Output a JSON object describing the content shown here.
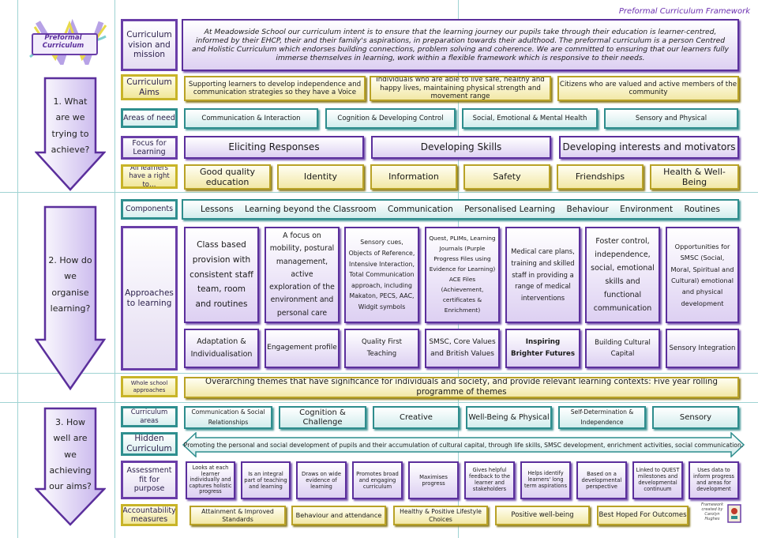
{
  "header": {
    "framework_title": "Preformal Curriculum Framework",
    "logo_text": "Preformal Curriculum"
  },
  "questions": [
    "1. What are we trying to achieve?",
    "2. How do we organise learning?",
    "3. How well are we achieving our aims?"
  ],
  "labels": {
    "vision": "Curriculum vision and mission",
    "aims": "Curriculum Aims",
    "areas_of_need": "Areas of need",
    "focus": "Focus for Learning",
    "rights": "All learners have a right to…",
    "components": "Components",
    "approaches": "Approaches to learning",
    "whole_school": "Whole school approaches",
    "curriculum_areas": "Curriculum areas",
    "hidden": "Hidden Curriculum",
    "assessment": "Assessment fit for purpose",
    "accountability": "Accountability measures"
  },
  "vision_text": "At Meadowside School our curriculum intent is to ensure that the learning journey our pupils take through their education is learner-centred, informed by their EHCP, their and their family's aspirations, in preparation towards their adulthood. The preformal curriculum is a person Centred and Holistic Curriculum which endorses building connections, problem solving and coherence. We are committed to ensuring that our learners fully immerse themselves in learning, work within a flexible framework which is responsive to their needs.",
  "aims": [
    "Supporting learners to develop independence and communication strategies so they have a Voice",
    "Individuals who are able to live safe, healthy and happy lives, maintaining physical strength and movement range",
    "Citizens who are valued and active members of the community"
  ],
  "areas_of_need": [
    "Communication & Interaction",
    "Cognition & Developing Control",
    "Social, Emotional & Mental Health",
    "Sensory and Physical"
  ],
  "focus": [
    "Eliciting Responses",
    "Developing Skills",
    "Developing interests and motivators"
  ],
  "rights": [
    "Good quality education",
    "Identity",
    "Information",
    "Safety",
    "Friendships",
    "Health & Well-Being"
  ],
  "components": [
    "Lessons",
    "Learning beyond the Classroom",
    "Communication",
    "Personalised Learning",
    "Behaviour",
    "Environment",
    "Routines"
  ],
  "approaches_top": [
    "Class based provision with consistent staff team, room and routines",
    "A focus on mobility, postural management, active exploration of the environment and personal care",
    "Sensory cues, Objects of Reference, Intensive Interaction, Total Communication approach, including Makaton, PECS, AAC, Widgit symbols",
    "Quest, PLIMs, Learning Journals (Purple Progress Files using Evidence for Learning) ACE Files (Achievement, certificates & Enrichment)",
    "Medical care plans, training and skilled staff in providing a range of medical interventions",
    "Foster control, independence, social, emotional skills and functional communication",
    "Opportunities for SMSC (Social, Moral, Spiritual and Cultural) emotional and physical development"
  ],
  "approaches_bottom": [
    "Adaptation & Individualisation",
    "Engagement profile",
    "Quality First Teaching",
    "SMSC, Core Values and British Values",
    "Inspiring Brighter Futures",
    "Building Cultural Capital",
    "Sensory Integration"
  ],
  "whole_school_text": "Overarching themes that have significance for individuals and society, and provide relevant learning contexts: Five year rolling programme of themes",
  "curriculum_areas": [
    "Communication & Social Relationships",
    "Cognition & Challenge",
    "Creative",
    "Well-Being & Physical",
    "Self-Determination & Independence",
    "Sensory"
  ],
  "hidden_text": "Promoting the personal and social development of pupils and their accumulation of cultural capital, through life skills, SMSC development, enrichment activities, social communication.",
  "assessment": [
    "Looks at each learner individually and captures holistic progress",
    "Is an integral part of teaching and learning",
    "Draws on wide evidence of learning",
    "Promotes broad and engaging curriculum",
    "Maximises progress",
    "Gives helpful feedback to the learner and stakeholders",
    "Helps identify learners' long term aspirations",
    "Based on a developmental perspective",
    "Linked to QUEST milestones and developmental continuum",
    "Uses data to inform progress and areas for development"
  ],
  "accountability": [
    "Attainment & Improved Standards",
    "Behaviour and attendance",
    "Healthy & Positive Lifestyle Choices",
    "Positive well-being",
    "Best Hoped For Outcomes"
  ],
  "credit": "Framework created by Carolyn Hughes",
  "colors": {
    "purple": "#5b2f9c",
    "yellow": "#b9a227",
    "teal": "#2e8d8d"
  }
}
